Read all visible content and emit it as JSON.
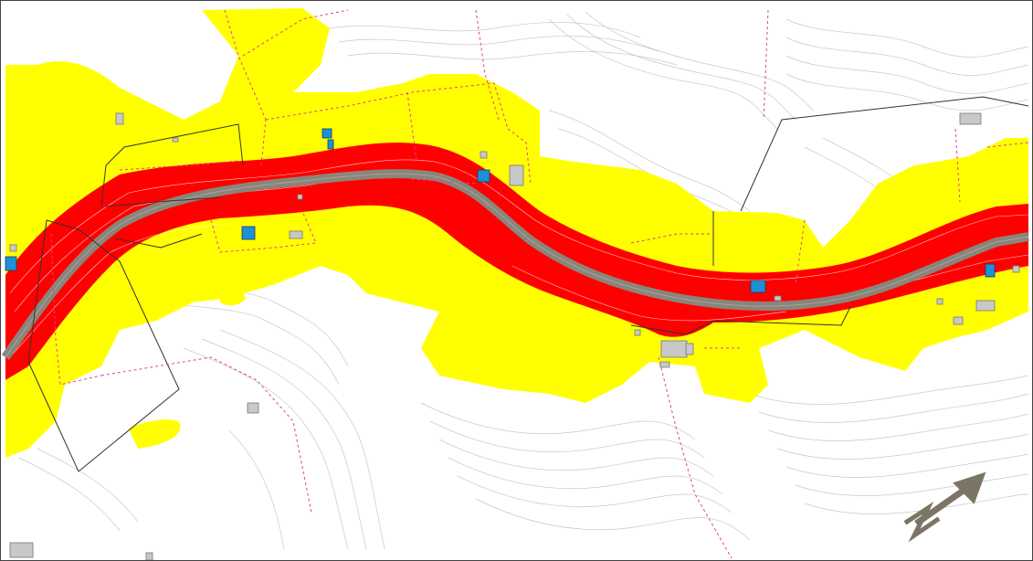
{
  "map": {
    "colors": {
      "background": "#ffffff",
      "contour": "#c8c8c8",
      "yellow_zone": "#ffff00",
      "red_zone": "#ff0000",
      "road": "#8a857a",
      "road_edge": "#ffffff",
      "property_line": "#333333",
      "parcel_line": "#e0409a",
      "building_affected": "#1e90d8",
      "building_other": "#c8c8c8",
      "north_arrow": "#7a7565"
    },
    "layers": [
      {
        "id": "contours",
        "label": "terrain-contours"
      },
      {
        "id": "yellow",
        "label": "hazard-zone-yellow"
      },
      {
        "id": "red",
        "label": "hazard-zone-red"
      },
      {
        "id": "road",
        "label": "road"
      },
      {
        "id": "property-lines",
        "label": "property-boundaries"
      },
      {
        "id": "parcel-lines",
        "label": "parcel-boundaries"
      },
      {
        "id": "buildings",
        "label": "buildings"
      }
    ],
    "north_arrow": {
      "icon": "north-arrow-icon"
    }
  }
}
